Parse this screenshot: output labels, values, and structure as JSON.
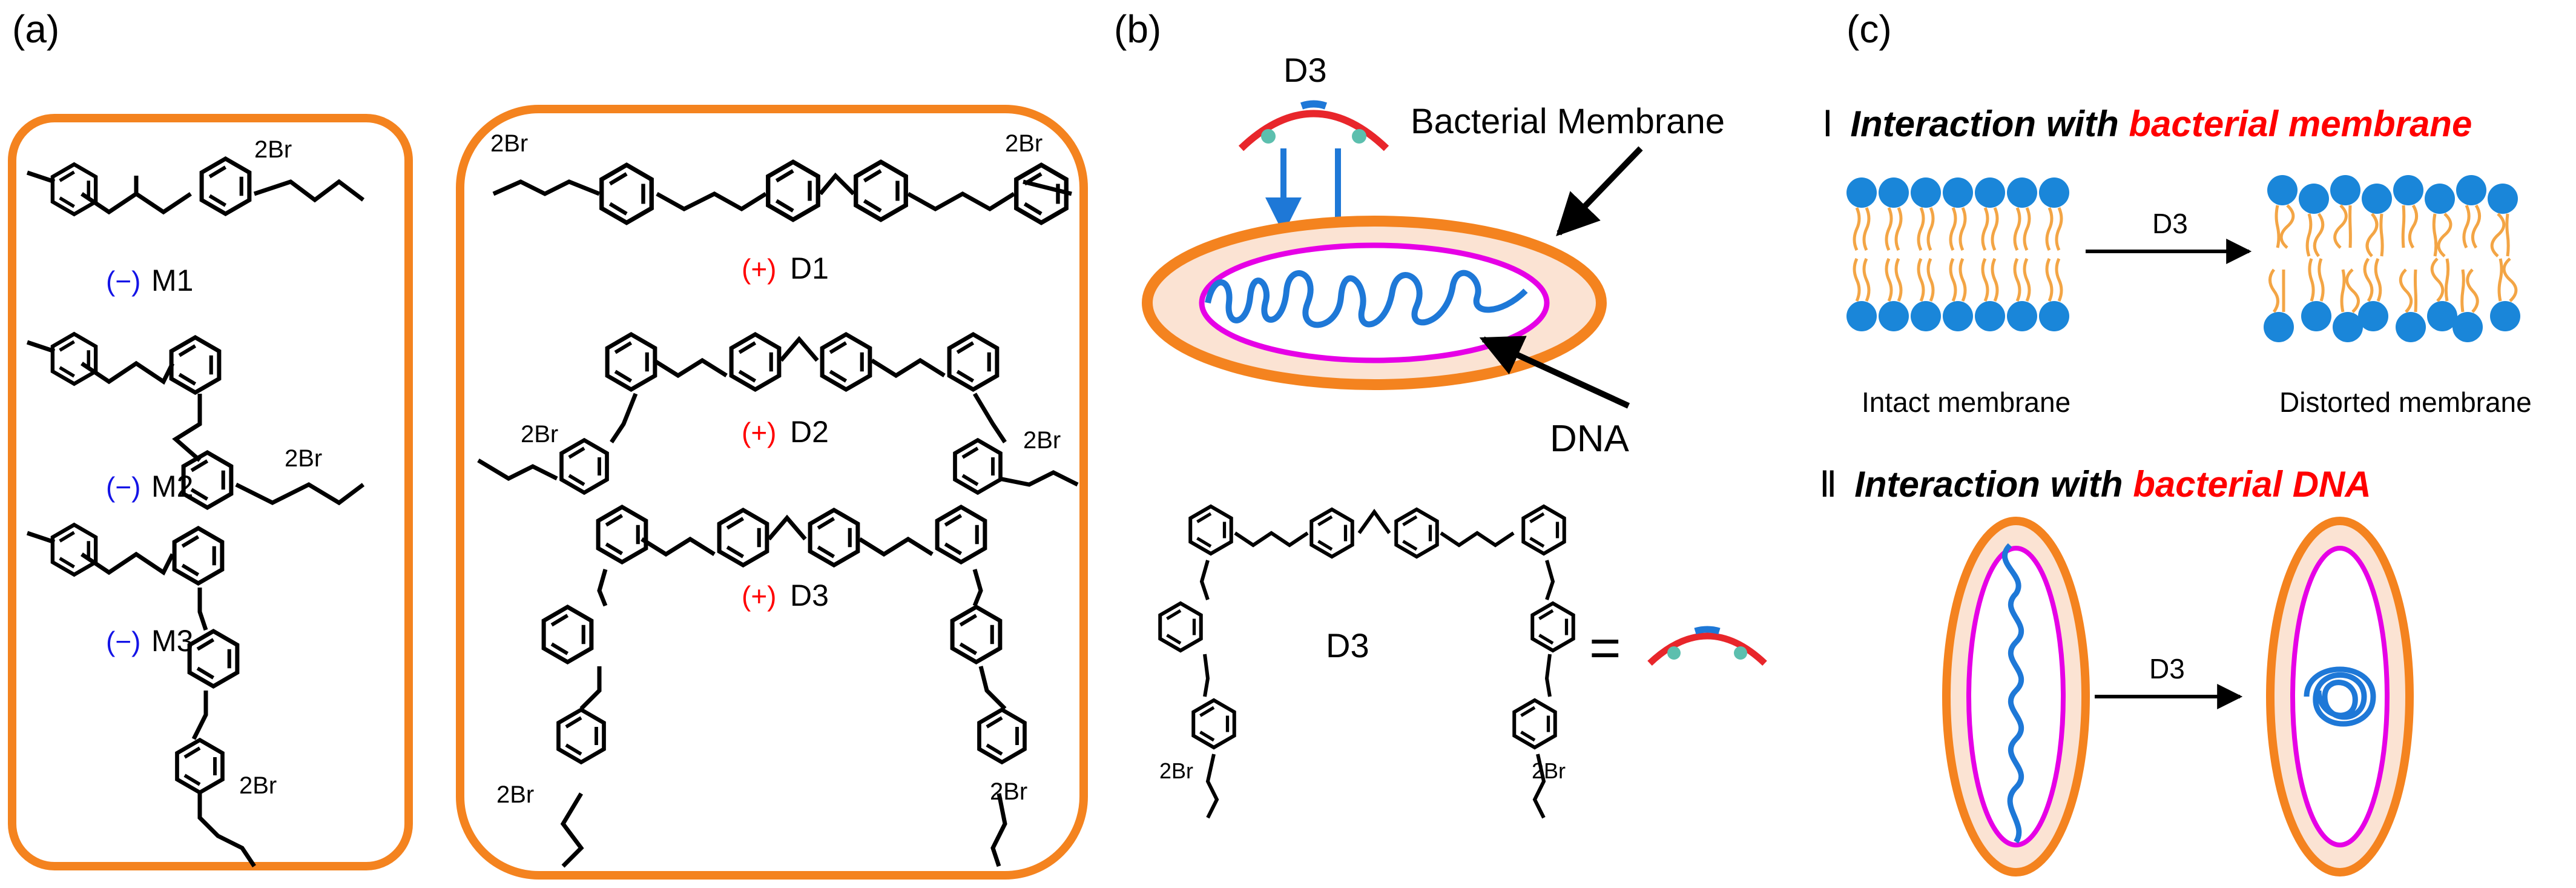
{
  "panels": {
    "a": {
      "label": "(a)",
      "monomers": [
        {
          "sign": "(−)",
          "name": "M1",
          "counterion": "2Br"
        },
        {
          "sign": "(−)",
          "name": "M2",
          "counterion": "2Br"
        },
        {
          "sign": "(−)",
          "name": "M3",
          "counterion": "2Br"
        }
      ],
      "dimers": [
        {
          "sign": "(+)",
          "name": "D1",
          "counterion": "2Br"
        },
        {
          "sign": "(+)",
          "name": "D2",
          "counterion": "2Br"
        },
        {
          "sign": "(+)",
          "name": "D3",
          "counterion": "2Br"
        }
      ]
    },
    "b": {
      "label": "(b)",
      "ligand": "D3",
      "membrane_label": "Bacterial Membrane",
      "dna_label": "DNA",
      "structure_name": "D3",
      "equals": "="
    },
    "c": {
      "label": "(c)",
      "section1": {
        "numeral": "Ⅰ",
        "prefix": "Interaction with ",
        "highlight": "bacterial membrane"
      },
      "section1_arrow": "D3",
      "intact": "Intact membrane",
      "distorted": "Distorted membrane",
      "section2": {
        "numeral": "Ⅱ",
        "prefix": "Interaction with ",
        "highlight": "bacterial DNA"
      },
      "section2_arrow": "D3"
    }
  },
  "colors": {
    "orange": "#f4831f",
    "magenta": "#e600e6",
    "blue": "#1e78d7",
    "red": "#ff0000",
    "minus_blue": "#1414e6",
    "lipid_head": "#1a86d9",
    "lipid_tail": "#f3a545",
    "cell_fill": "#fbe3d3"
  }
}
